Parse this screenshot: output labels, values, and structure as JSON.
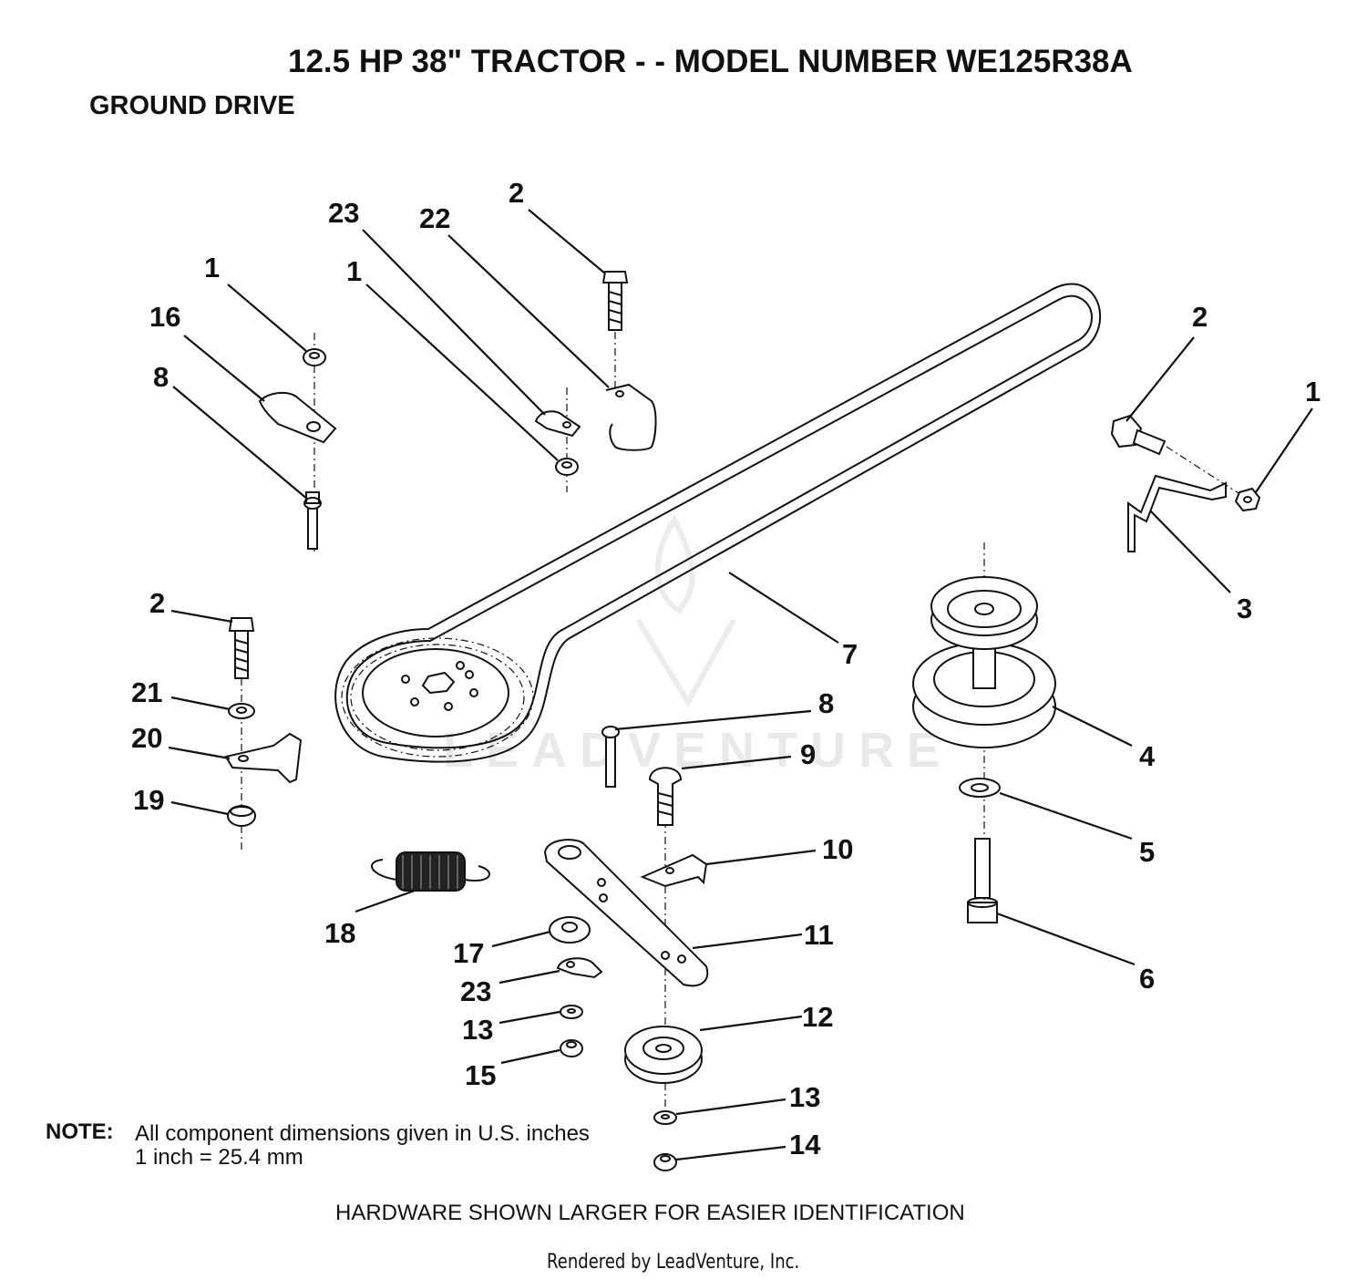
{
  "title": "12.5 HP 38\" TRACTOR - - MODEL NUMBER WE125R38A",
  "subtitle": "GROUND DRIVE",
  "note": {
    "label": "NOTE:",
    "line1": "All component dimensions given in U.S. inches",
    "line2": "1 inch = 25.4 mm"
  },
  "hardware_note": "HARDWARE SHOWN LARGER FOR EASIER IDENTIFICATION",
  "rendered_by": "Rendered by LeadVenture, Inc.",
  "watermark": "LEADVENTURE",
  "callouts": [
    {
      "id": "c1a",
      "label": "1"
    },
    {
      "id": "c16",
      "label": "16"
    },
    {
      "id": "c8a",
      "label": "8"
    },
    {
      "id": "c23a",
      "label": "23"
    },
    {
      "id": "c1b",
      "label": "1"
    },
    {
      "id": "c22",
      "label": "22"
    },
    {
      "id": "c2a",
      "label": "2"
    },
    {
      "id": "c2b",
      "label": "2"
    },
    {
      "id": "c1c",
      "label": "1"
    },
    {
      "id": "c3",
      "label": "3"
    },
    {
      "id": "c7",
      "label": "7"
    },
    {
      "id": "c2c",
      "label": "2"
    },
    {
      "id": "c21",
      "label": "21"
    },
    {
      "id": "c20",
      "label": "20"
    },
    {
      "id": "c19",
      "label": "19"
    },
    {
      "id": "c8b",
      "label": "8"
    },
    {
      "id": "c9",
      "label": "9"
    },
    {
      "id": "c4",
      "label": "4"
    },
    {
      "id": "c5",
      "label": "5"
    },
    {
      "id": "c10",
      "label": "10"
    },
    {
      "id": "c6",
      "label": "6"
    },
    {
      "id": "c18",
      "label": "18"
    },
    {
      "id": "c11",
      "label": "11"
    },
    {
      "id": "c17",
      "label": "17"
    },
    {
      "id": "c23b",
      "label": "23"
    },
    {
      "id": "c12",
      "label": "12"
    },
    {
      "id": "c13a",
      "label": "13"
    },
    {
      "id": "c15",
      "label": "15"
    },
    {
      "id": "c13b",
      "label": "13"
    },
    {
      "id": "c14",
      "label": "14"
    }
  ]
}
